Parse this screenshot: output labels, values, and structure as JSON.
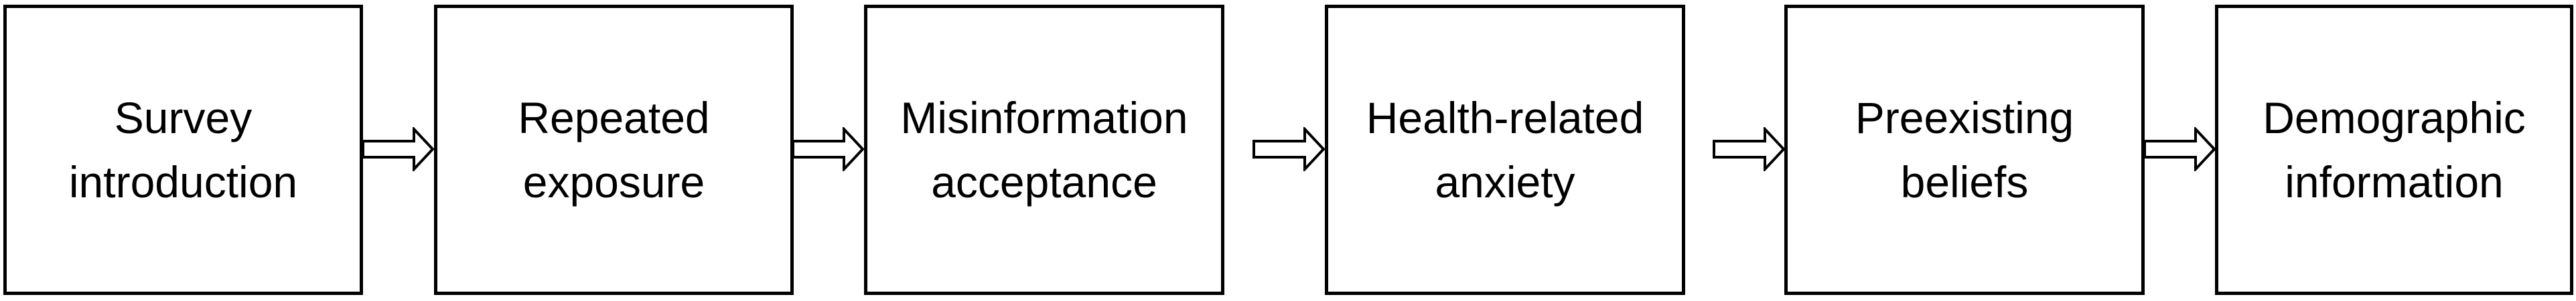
{
  "diagram": {
    "stages": [
      {
        "lines": [
          "Survey",
          "introduction"
        ]
      },
      {
        "lines": [
          "Repeated",
          "exposure"
        ]
      },
      {
        "lines": [
          "Misinformation",
          "acceptance"
        ]
      },
      {
        "lines": [
          "Health-related",
          "anxiety"
        ]
      },
      {
        "lines": [
          "Preexisting",
          "beliefs"
        ]
      },
      {
        "lines": [
          "Demographic",
          "information"
        ]
      }
    ],
    "connectors": [
      {
        "from": 0,
        "to": 1
      },
      {
        "from": 1,
        "to": 2
      },
      {
        "from": 2,
        "to": 3
      },
      {
        "from": 3,
        "to": 4
      },
      {
        "from": 4,
        "to": 5
      }
    ],
    "colors": {
      "stroke": "#000000",
      "fill": "#ffffff"
    }
  }
}
